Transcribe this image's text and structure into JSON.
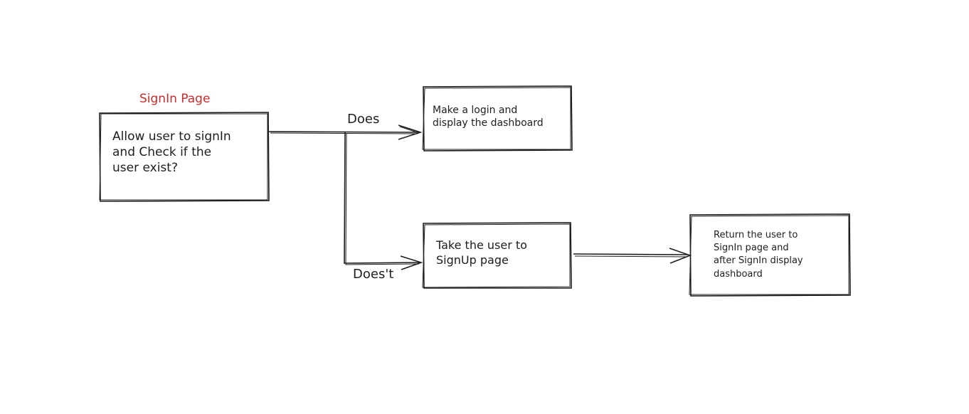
{
  "diagram": {
    "nodes": [
      {
        "id": "signin",
        "title": "SignIn Page",
        "text": "Allow user to signIn\nand Check if the\nuser exist?"
      },
      {
        "id": "dashboard",
        "text": "Make a login and\ndisplay the dashboard"
      },
      {
        "id": "signup",
        "text": "Take the user to\nSignUp page"
      },
      {
        "id": "return",
        "text": "Return the user to\nSignIn page and\nafter SignIn display\n dashboard"
      }
    ],
    "edges": [
      {
        "from": "signin",
        "to": "dashboard",
        "label": "Does"
      },
      {
        "from": "signin",
        "to": "signup",
        "label": "Does't"
      },
      {
        "from": "signup",
        "to": "return",
        "label": ""
      }
    ]
  },
  "colors": {
    "stroke": "#1e1e1e",
    "title": "#c92a2a",
    "background": "#ffffff"
  }
}
